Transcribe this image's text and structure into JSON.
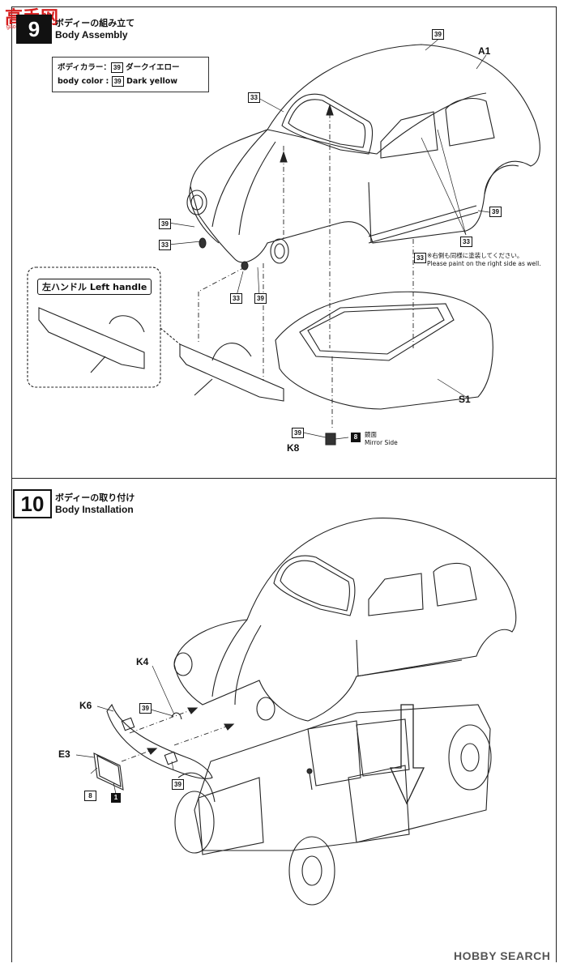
{
  "watermark": {
    "chars": "高手网",
    "url": "gao.shou.net"
  },
  "step9": {
    "number": "9",
    "title_jp": "ボディーの組み立て",
    "title_en": "Body Assembly",
    "color_note": {
      "jp_prefix": "ボディカラー：",
      "jp_code": "39",
      "jp_name": "ダークイエロー",
      "en_prefix": "body color :",
      "en_code": "39",
      "en_name": "Dark yellow"
    },
    "handle_tag": "左ハンドル Left handle",
    "parts": {
      "a1": "A1",
      "s1": "S1",
      "k8": "K8"
    },
    "codes": [
      "39",
      "33",
      "39",
      "33",
      "33",
      "39",
      "39",
      "33",
      "33",
      "39",
      "8"
    ],
    "note_jp": "※右側も同様に塗装してください。",
    "note_en": "Please paint on the right side as well.",
    "mirror_jp": "鏡面",
    "mirror_en": "Mirror Side"
  },
  "step10": {
    "number": "10",
    "title_jp": "ボディーの取り付け",
    "title_en": "Body Installation",
    "parts": {
      "k4": "K4",
      "k6": "K6",
      "e3": "E3"
    },
    "codes": [
      "39",
      "39",
      "8",
      "1"
    ]
  },
  "footer": {
    "logo": "HOBBY SEARCH"
  }
}
